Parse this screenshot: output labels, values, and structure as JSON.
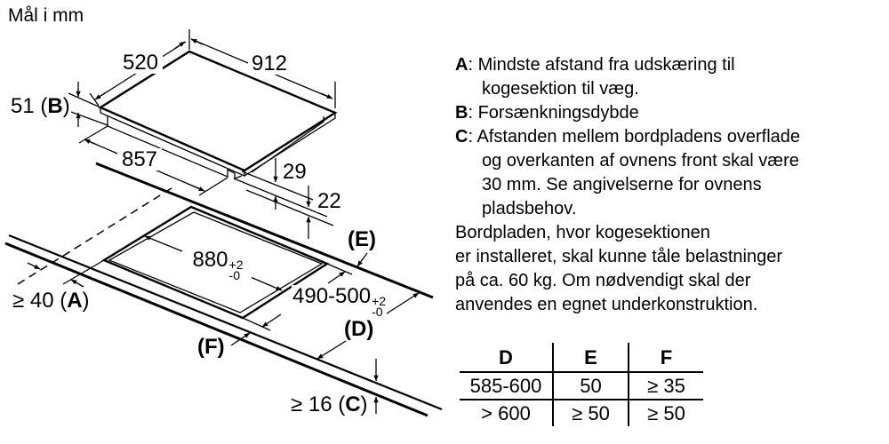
{
  "title": "Mål i mm",
  "diagram": {
    "dims": {
      "d520": "520",
      "d912": "912",
      "d857": "857",
      "d29": "29",
      "d22": "22",
      "d51": {
        "pre": "51 (",
        "letter": "B",
        "post": ")"
      },
      "d880": {
        "main": "880",
        "sup": "+2",
        "sub": "-0"
      },
      "d490": {
        "main": "490-500",
        "sup": "+2",
        "sub": "-0"
      },
      "a40": {
        "pre": "≥ 40 (",
        "letter": "A",
        "post": ")"
      },
      "c16": {
        "pre": "≥ 16 (",
        "letter": "C",
        "post": ")"
      },
      "e": {
        "pre": "(",
        "letter": "E",
        "post": ")"
      },
      "d": {
        "pre": "(",
        "letter": "D",
        "post": ")"
      },
      "f": {
        "pre": "(",
        "letter": "F",
        "post": ")"
      }
    }
  },
  "definitions": [
    {
      "letter": "A",
      "text": ": Mindste afstand fra udskæring til\nkogesektion til væg."
    },
    {
      "letter": "B",
      "text": ": Forsænkningsdybde"
    },
    {
      "letter": "C",
      "text": ": Afstanden mellem bordpladens overflade\nog overkanten af ovnens front skal være\n30 mm. Se angivelserne for ovnens\npladsbehov."
    }
  ],
  "paragraph": "Bordpladen, hvor kogesektionen\ner installeret, skal kunne tåle belastninger\npå ca. 60 kg. Om nødvendigt skal der\nanvendes en egnet underkonstruktion.",
  "table": {
    "headers": [
      "D",
      "E",
      "F"
    ],
    "rows": [
      [
        "585-600",
        "50",
        "≥ 35"
      ],
      [
        "> 600",
        "≥ 50",
        "≥ 50"
      ]
    ]
  }
}
